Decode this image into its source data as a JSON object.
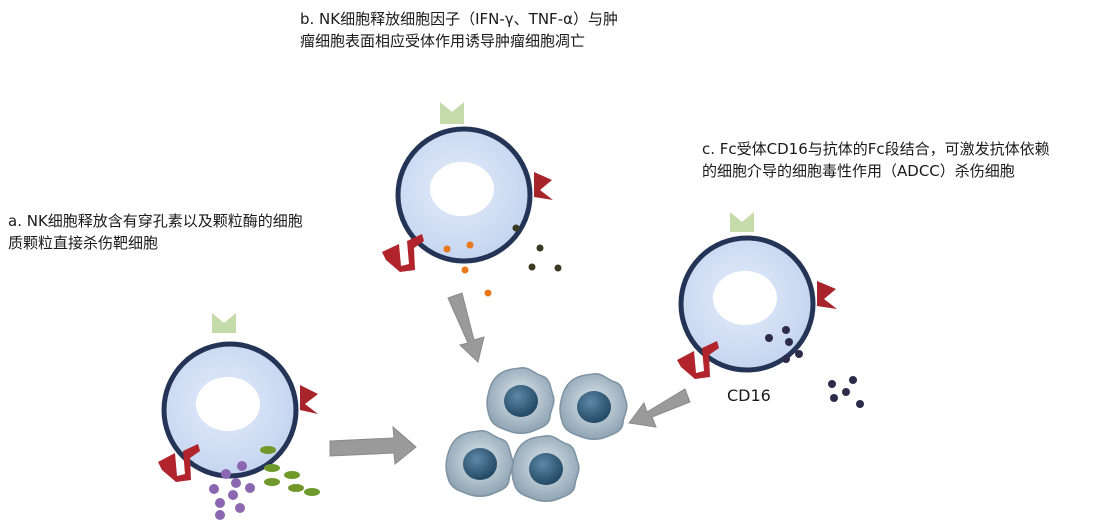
{
  "captions": {
    "a_line1": "a. NK细胞释放含有穿孔素以及颗粒酶的细胞",
    "a_line2": "质颗粒直接杀伤靶细胞",
    "b_line1": "b. NK细胞释放细胞因子（IFN-γ、TNF-α）与肿",
    "b_line2": "瘤细胞表面相应受体作用诱导肿瘤细胞凋亡",
    "c_line1": "c. Fc受体CD16与抗体的Fc段结合，可激发抗体依赖",
    "c_line2": "的细胞介导的细胞毒性作用（ADCC）杀伤细胞"
  },
  "labels": {
    "cd16": "CD16"
  },
  "colors": {
    "nk_cell_fill": "#cfdcf3",
    "nk_cell_stroke": "#243457",
    "receptor_green": "#c5dba9",
    "receptor_red": "#a8242b",
    "granule_purple": "#8b67b1",
    "granule_green": "#6f9a2b",
    "cytokine_orange": "#e8781a",
    "cytokine_dark": "#3a3a22",
    "adcc_dark": "#2e2a4a",
    "arrow_gray": "#9a9a9a",
    "tumor_outer": "#b4c4cf",
    "tumor_nucleus": "#2f5c79"
  }
}
